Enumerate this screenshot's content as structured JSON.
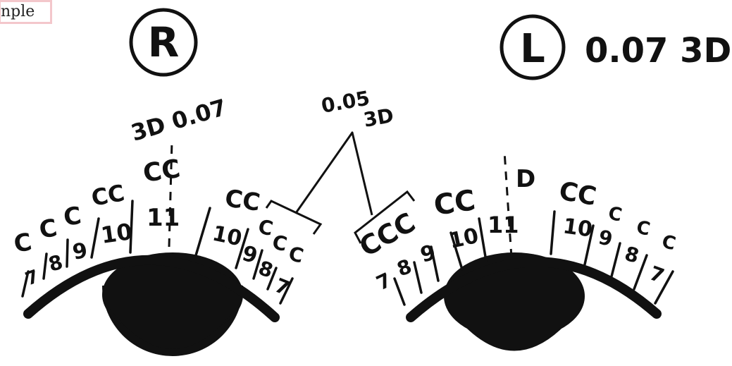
{
  "tag_label": "nple",
  "right_eye": {
    "label": "R",
    "section_labels": {
      "mid_top": "CC",
      "mid_params": "3D 0.07"
    },
    "left_lash_numbers": [
      "7",
      "8",
      "9",
      "10",
      "11"
    ],
    "left_lash_curls": [
      "C",
      "C",
      "C",
      "CC",
      "CC"
    ],
    "right_lash_numbers": [
      "10",
      "9",
      "8",
      "7"
    ],
    "right_lash_curls": [
      "CC",
      "C",
      "C",
      "C"
    ]
  },
  "left_eye": {
    "label": "L",
    "params": "0.07 3D",
    "mid_top": "D",
    "left_lash_numbers": [
      "7",
      "8",
      "9",
      "10",
      "11"
    ],
    "left_lash_curls": [
      "CCC",
      "CC"
    ],
    "right_lash_numbers": [
      "10",
      "9",
      "8",
      "7"
    ],
    "right_lash_curls": [
      "CC",
      "C",
      "C",
      "C"
    ]
  },
  "inner_callout": {
    "line1": "0.05",
    "line2": "3D"
  },
  "colors": {
    "ink": "#111111",
    "tag_border": "#f3c7cb"
  }
}
